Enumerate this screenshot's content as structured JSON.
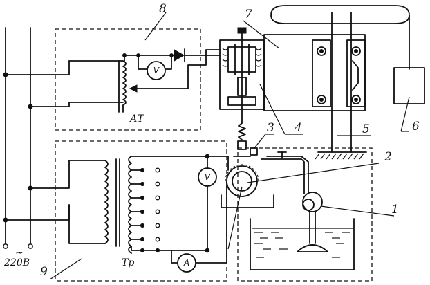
{
  "callouts": [
    "1",
    "2",
    "3",
    "4",
    "5",
    "6",
    "7",
    "8",
    "9"
  ],
  "labels": {
    "autotransformer": "АТ",
    "transformer": "Тр",
    "supply": "220В",
    "tilde": "~"
  },
  "meters": {
    "voltmeter_top": "V",
    "voltmeter_mid": "V",
    "ammeter": "A"
  }
}
